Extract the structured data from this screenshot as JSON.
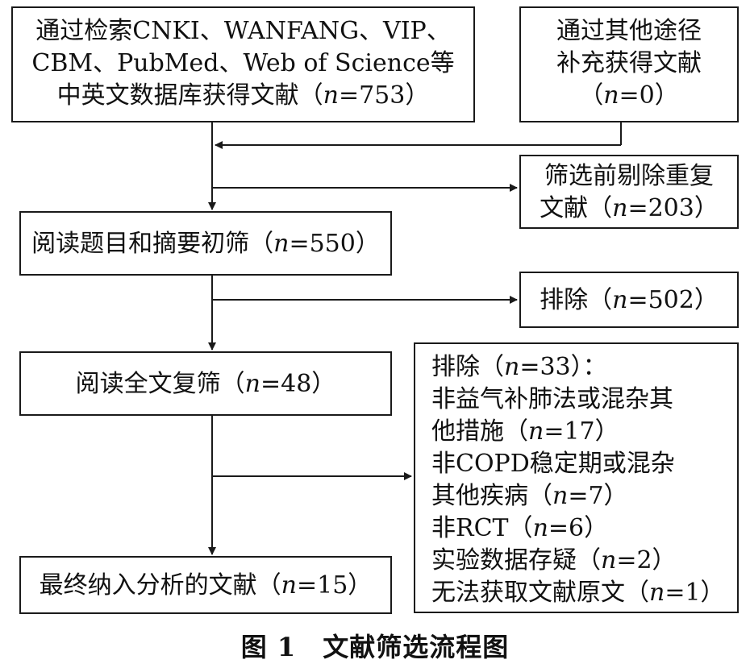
{
  "boxes": {
    "search": {
      "line1": "通过检索CNKI、WANFANG、VIP、",
      "line2": "CBM、PubMed、Web of Science等",
      "line3_pre": "中英文数据库获得文献（",
      "n_var": "n",
      "line3_post": "=753）"
    },
    "other": {
      "line1": "通过其他途径",
      "line2": "补充获得文献",
      "line3_pre": "（",
      "n_var": "n",
      "line3_post": "=0）"
    },
    "duplicates": {
      "line1": "筛选前剔除重复",
      "line2_pre": "文献（",
      "n_var": "n",
      "line2_post": "=203）"
    },
    "title_screen": {
      "pre": "阅读题目和摘要初筛（",
      "n_var": "n",
      "post": "=550）"
    },
    "exclude1": {
      "pre": "排除（",
      "n_var": "n",
      "post": "=502）"
    },
    "fulltext": {
      "pre": "阅读全文复筛（",
      "n_var": "n",
      "post": "=48）"
    },
    "exclude2": {
      "l1_pre": "排除（",
      "l1_var": "n",
      "l1_post": "=33）：",
      "l2": "非益气补肺法或混杂其",
      "l3_pre": "他措施（",
      "l3_var": "n",
      "l3_post": "=17）",
      "l4": "非COPD稳定期或混杂",
      "l5_pre": "其他疾病（",
      "l5_var": "n",
      "l5_post": "=7）",
      "l6_pre": "非RCT（",
      "l6_var": "n",
      "l6_post": "=6）",
      "l7_pre": "实验数据存疑（",
      "l7_var": "n",
      "l7_post": "=2）",
      "l8_pre": "无法获取文献原文（",
      "l8_var": "n",
      "l8_post": "=1）"
    },
    "final": {
      "pre": "最终纳入分析的文献（",
      "n_var": "n",
      "post": "=15）"
    }
  },
  "caption": "图 1　文献筛选流程图"
}
